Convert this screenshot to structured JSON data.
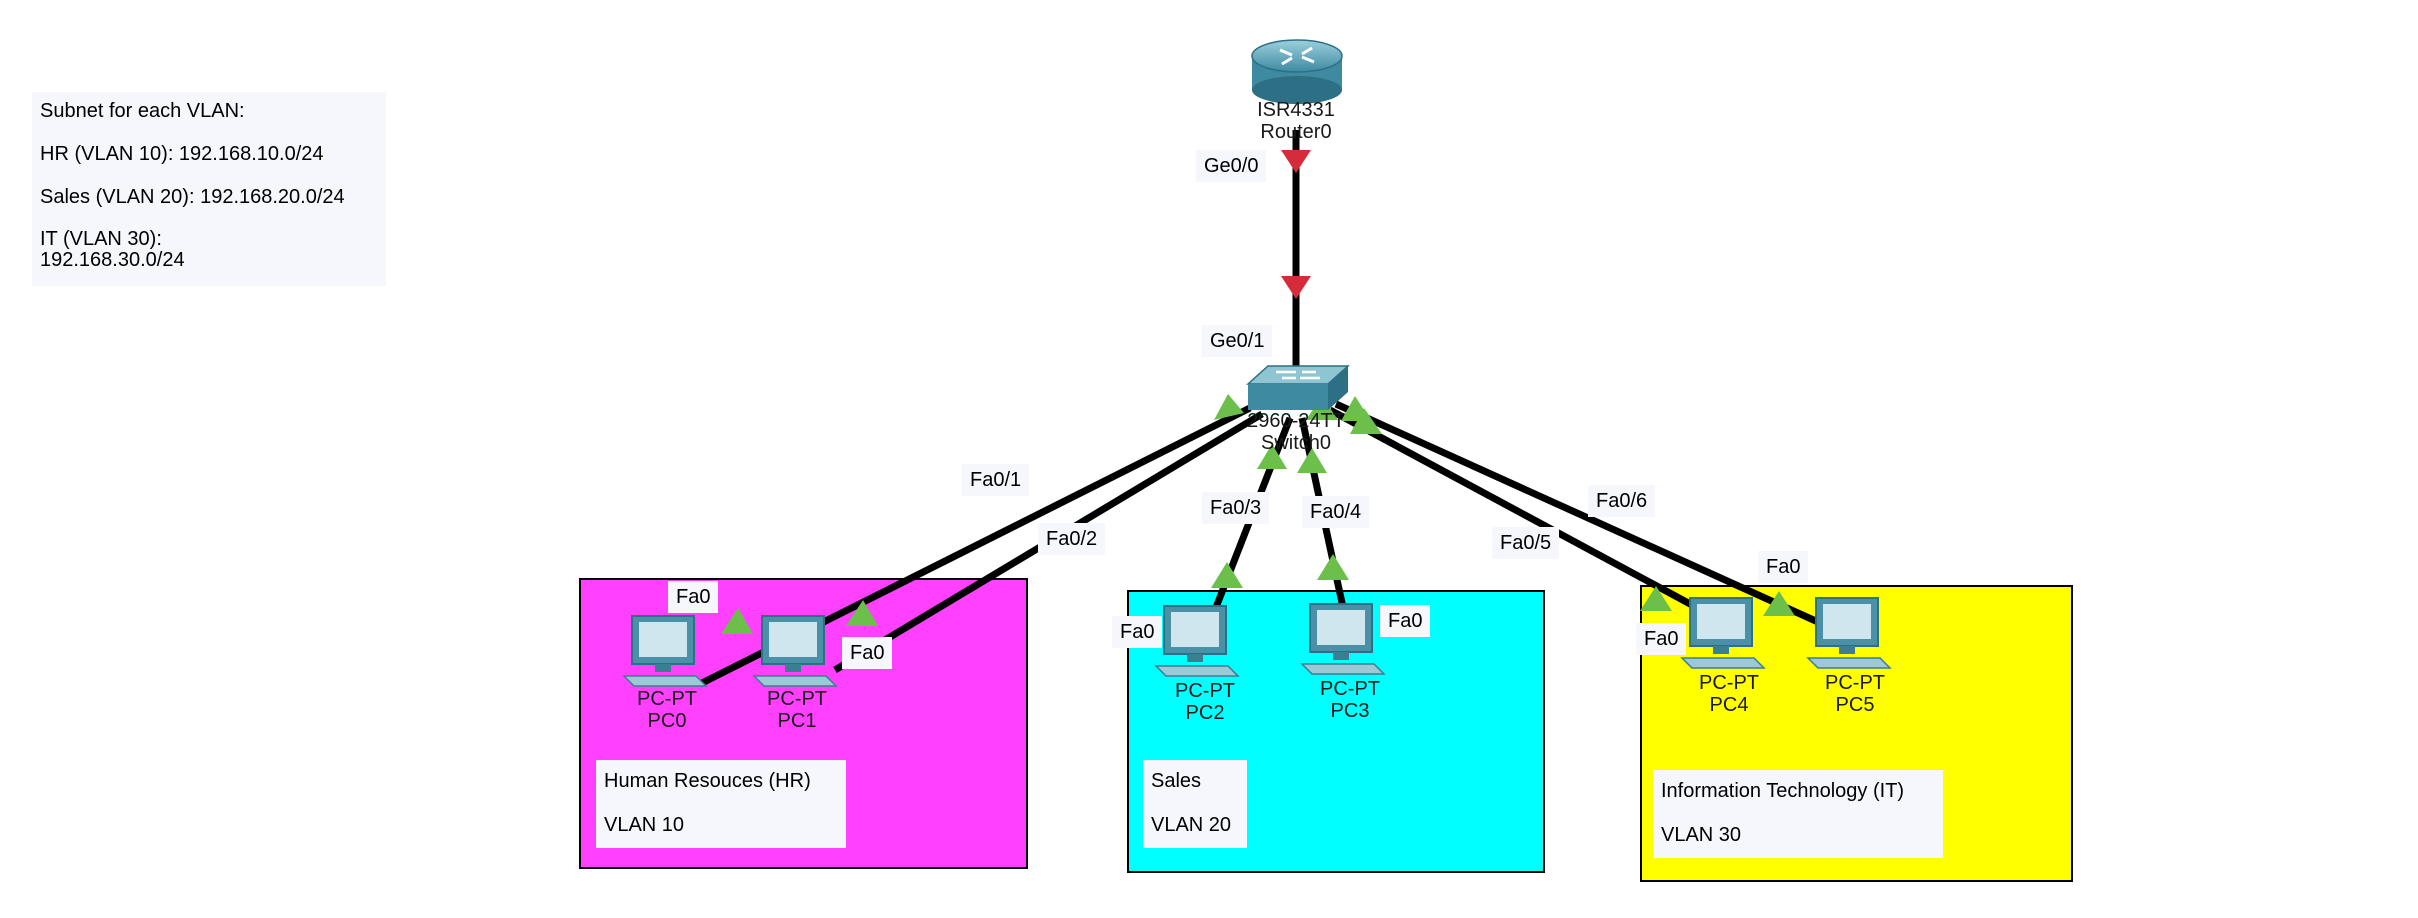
{
  "subnet_note": {
    "title": "Subnet for each VLAN:",
    "hr": "HR (VLAN 10): 192.168.10.0/24",
    "sales": "Sales (VLAN 20): 192.168.20.0/24",
    "it": "IT (VLAN 30):\n192.168.30.0/24"
  },
  "router": {
    "model": "ISR4331",
    "name": "Router0",
    "icon": "router-icon"
  },
  "switch": {
    "model": "2960-24TT",
    "name": "Switch0",
    "icon": "switch-icon"
  },
  "ports": {
    "router_ge": "Ge0/0",
    "switch_ge": "Ge0/1",
    "fa01": "Fa0/1",
    "fa02": "Fa0/2",
    "fa03": "Fa0/3",
    "fa04": "Fa0/4",
    "fa05": "Fa0/5",
    "fa06": "Fa0/6",
    "pc0": "Fa0",
    "pc1": "Fa0",
    "pc2": "Fa0",
    "pc3": "Fa0",
    "pc4": "Fa0",
    "pc5": "Fa0"
  },
  "pcs": [
    {
      "model": "PC-PT",
      "name": "PC0"
    },
    {
      "model": "PC-PT",
      "name": "PC1"
    },
    {
      "model": "PC-PT",
      "name": "PC2"
    },
    {
      "model": "PC-PT",
      "name": "PC3"
    },
    {
      "model": "PC-PT",
      "name": "PC4"
    },
    {
      "model": "PC-PT",
      "name": "PC5"
    }
  ],
  "vlans": [
    {
      "dept": "Human Resouces (HR)",
      "vlan": "VLAN 10",
      "color": "#ff40ff"
    },
    {
      "dept": "Sales",
      "vlan": "VLAN 20",
      "color": "#00ffff"
    },
    {
      "dept": "Information Technology (IT)",
      "vlan": "VLAN 30",
      "color": "#ffff00"
    }
  ],
  "colors": {
    "link_up": "#6dbf4b",
    "link_down": "#d62b3a",
    "cable": "#000000"
  }
}
